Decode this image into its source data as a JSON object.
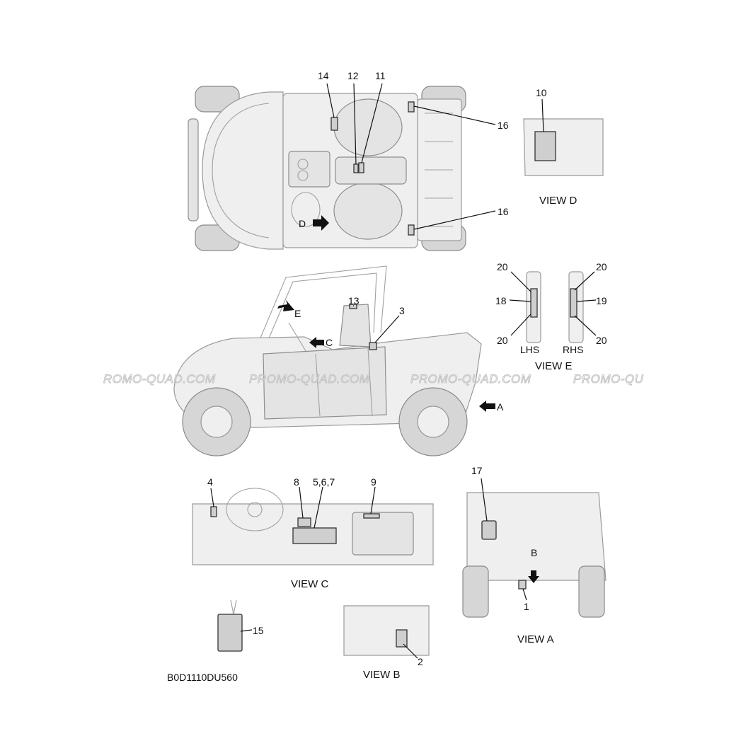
{
  "document_code": "B0D1110DU560",
  "watermark": [
    "ROMO-QUAD.COM",
    "PROMO-QUAD.COM",
    "PROMO-QUAD.COM",
    "PROMO-QU"
  ],
  "views": {
    "view_a": "VIEW A",
    "view_b": "VIEW B",
    "view_c": "VIEW C",
    "view_d": "VIEW D",
    "view_e": "VIEW E"
  },
  "direction_letters": {
    "a": "A",
    "b": "B",
    "c": "C",
    "d": "D",
    "e": "E"
  },
  "side_labels": {
    "lhs": "LHS",
    "rhs": "RHS"
  },
  "callouts": {
    "c1": "1",
    "c2": "2",
    "c3": "3",
    "c4": "4",
    "c5_6_7": "5,6,7",
    "c8": "8",
    "c9": "9",
    "c10": "10",
    "c11": "11",
    "c12": "12",
    "c13": "13",
    "c14": "14",
    "c15": "15",
    "c16_top": "16",
    "c16_bottom": "16",
    "c17": "17",
    "c18": "18",
    "c19": "19",
    "c20_lhs_top": "20",
    "c20_lhs_bottom": "20",
    "c20_rhs_top": "20",
    "c20_rhs_bottom": "20"
  }
}
